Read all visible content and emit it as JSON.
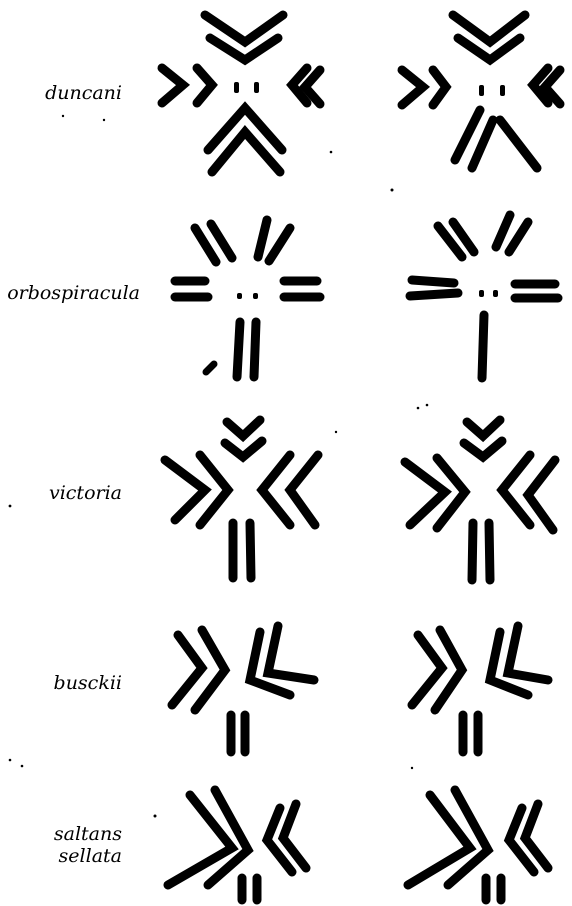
{
  "figure": {
    "rows": [
      {
        "label": "duncani"
      },
      {
        "label": "orbospiracula"
      },
      {
        "label": "victoria"
      },
      {
        "label": "busckii"
      },
      {
        "label": "saltans sellata",
        "label_lines": [
          "saltans",
          "sellata"
        ]
      }
    ]
  }
}
